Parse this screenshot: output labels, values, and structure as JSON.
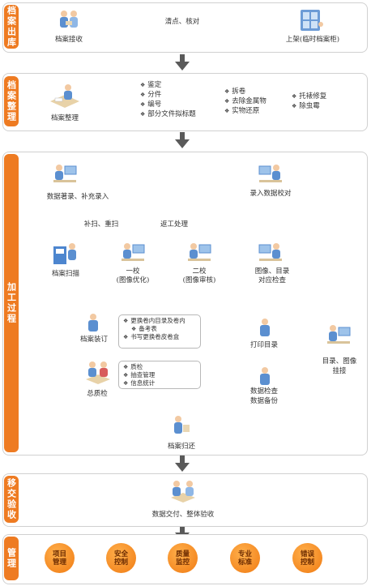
{
  "stages": {
    "s1": "档案出库",
    "s2": "档案整理",
    "s3": "加工过程",
    "s4": "移交验收",
    "s5": "管理"
  },
  "s1": {
    "receive": "档案接收",
    "edge": "清点、核对",
    "shelve": "上架(临时档案柜)"
  },
  "s2": {
    "node": "档案整理",
    "col1": [
      "鉴定",
      "分件",
      "编号",
      "部分文件拟标题"
    ],
    "col2": [
      "拆卷",
      "去除金属物",
      "实物还原"
    ],
    "col3": [
      "托裱修复",
      "除虫霉"
    ]
  },
  "s3": {
    "entry": "数据著录、补充录入",
    "entry_check": "录入数据校对",
    "scan": "档案扫描",
    "rescan": "补扫、重扫",
    "rework": "返工处理",
    "check1": "一校",
    "check1_sub": "(图像优化)",
    "check2": "二校",
    "check2_sub": "(图像审核)",
    "img_check": "图像、目录",
    "img_check_sub": "对应检查",
    "catalog_mount1": "目录、图像",
    "catalog_mount2": "挂接",
    "print": "打印目录",
    "data_check1": "数据检查",
    "data_check2": "数据备份",
    "binding": "档案装订",
    "binding_items": [
      "更换卷内目录及卷内",
      "备考表",
      "书写更换卷皮卷盒"
    ],
    "qc": "总质检",
    "qc_items": [
      "质检",
      "抽查管理",
      "信息统计"
    ],
    "return": "档案归还"
  },
  "s4": {
    "node": "数据交付、整体验收"
  },
  "mgmt": [
    {
      "l1": "项目",
      "l2": "管理"
    },
    {
      "l1": "安全",
      "l2": "控制"
    },
    {
      "l1": "质量",
      "l2": "监控"
    },
    {
      "l1": "专业",
      "l2": "标准"
    },
    {
      "l1": "错误",
      "l2": "控制"
    }
  ],
  "colors": {
    "accent": "#ee7b22",
    "flow": "#7fa8d6",
    "arrow_down": "#5a5a5a"
  }
}
